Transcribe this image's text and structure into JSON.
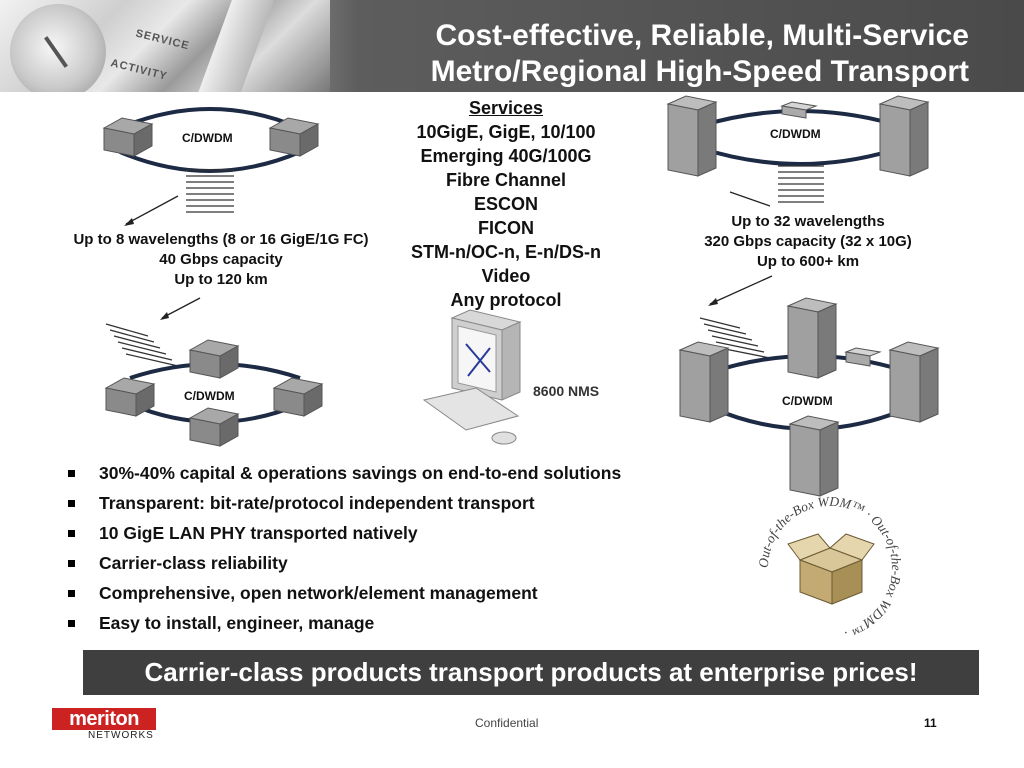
{
  "header": {
    "title_line1": "Cost-effective, Reliable, Multi-Service",
    "title_line2": "Metro/Regional High-Speed Transport",
    "photo_text1": "SERVICE",
    "photo_text2": "ACTIVITY"
  },
  "services": {
    "heading": "Services",
    "items": [
      "10GigE, GigE, 10/100",
      "Emerging 40G/100G",
      "Fibre Channel",
      "ESCON",
      "FICON",
      "STM-n/OC-n, E-n/DS-n",
      "Video",
      "Any protocol"
    ]
  },
  "left_rings": {
    "ring_label_top": "C/DWDM",
    "ring_label_bottom": "C/DWDM",
    "caption_line1": "Up to 8 wavelengths (8 or 16 GigE/1G FC)",
    "caption_line2": "40 Gbps capacity",
    "caption_line3": "Up to 120 km"
  },
  "right_rings": {
    "ring_label_top": "C/DWDM",
    "ring_label_bottom": "C/DWDM",
    "caption_line1": "Up to 32 wavelengths",
    "caption_line2": "320 Gbps capacity (32 x 10G)",
    "caption_line3": "Up to 600+ km"
  },
  "nms": {
    "label": "8600 NMS"
  },
  "bullets": [
    "30%-40% capital & operations savings on end-to-end solutions",
    "Transparent:  bit-rate/protocol independent transport",
    "10 GigE LAN PHY transported natively",
    "Carrier-class reliability",
    "Comprehensive, open network/element management",
    "Easy to install, engineer, manage"
  ],
  "badge": {
    "text": "Out-of-the-Box WDM™ · Out-of-the-Box WDM™ ·"
  },
  "banner": {
    "text": "Carrier-class products transport products at enterprise prices!"
  },
  "footer": {
    "confidential": "Confidential",
    "page_number": "11"
  },
  "logo": {
    "word": "meriton",
    "sub": "NETWORKS"
  },
  "colors": {
    "header_dark": "#4a4a4a",
    "banner_bg": "#3f3f3f",
    "logo_red": "#cc2222"
  }
}
